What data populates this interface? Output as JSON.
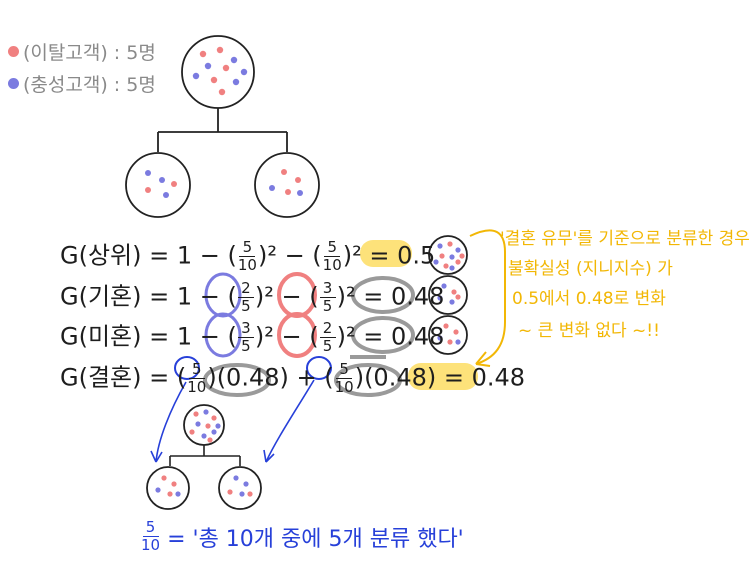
{
  "legend": [
    {
      "label": "(이탈고객) : 5명",
      "color": "#f08080"
    },
    {
      "label": "(충성고객) : 5명",
      "color": "#7b7be0"
    }
  ],
  "equations": [
    {
      "lhs": "G(상위)",
      "a_num": "5",
      "a_den": "10",
      "b_num": "5",
      "b_den": "10",
      "result": "0.5"
    },
    {
      "lhs": "G(기혼)",
      "a_num": "2",
      "a_den": "5",
      "b_num": "3",
      "b_den": "5",
      "result": "0.48"
    },
    {
      "lhs": "G(미혼)",
      "a_num": "3",
      "a_den": "5",
      "b_num": "2",
      "b_den": "5",
      "result": "0.48"
    }
  ],
  "weighted": {
    "lhs": "G(결혼)",
    "w1_num": "5",
    "w1_den": "10",
    "g1": "(0.48)",
    "w2_num": "5",
    "w2_den": "10",
    "g2": "(0.48)",
    "result": "0.48"
  },
  "note_lines": [
    "'결혼 유무'를 기준으로 분류한 경우",
    "불확실성 (지니지수) 가",
    "0.5에서 0.48로 변화",
    "~ 큰 변화 없다 ~!!"
  ],
  "footer": {
    "num": "5",
    "den": "10",
    "text": "= '총 10개 중에 5개 분류 했다'"
  },
  "colors": {
    "red": "#f08080",
    "blue": "#7b7be0",
    "yellow": "#fde27a",
    "note": "#f2b705",
    "ink": "#2740d9",
    "gray": "#9a9a9a"
  }
}
